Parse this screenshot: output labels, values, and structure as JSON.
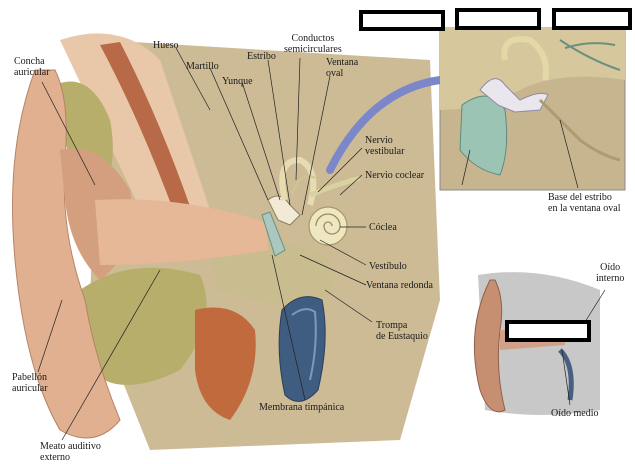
{
  "labels": {
    "concha_auricular": "Concha\nauricular",
    "hueso": "Hueso",
    "martillo": "Martillo",
    "yunque": "Yunque",
    "estribo": "Estribo",
    "conductos_semicirculares": "Conductos\nsemicirculares",
    "ventana_oval": "Ventana\noval",
    "nervio_vestibular": "Nervio\nvestibular",
    "nervio_coclear": "Nervio coclear",
    "coclea": "Cóclea",
    "vestibulo": "Vestíbulo",
    "ventana_redonda": "Ventana redonda",
    "trompa_eustaquio": "Trompa\nde Eustaquio",
    "membrana_timpanica": "Membrana timpánica",
    "pabellon_auricular": "Pabellón\nauricular",
    "meato_auditivo": "Meato auditivo\nexterno",
    "base_estribo": "Base del estribo\nen la ventana oval",
    "oido_interno": "Oído\ninterno",
    "oido_medio": "Oído medio"
  },
  "blank_boxes": [
    "",
    "",
    "",
    ""
  ],
  "colors": {
    "skin": "#e2b494",
    "bone": "#d9c9a4",
    "spongy_bone": "#b8b070",
    "muscle": "#b86a48",
    "tube": "#4a6a8a",
    "arrow": "#7b87c8",
    "membrane": "#9cc4b4",
    "inner_ear": "#e8e0b8"
  }
}
